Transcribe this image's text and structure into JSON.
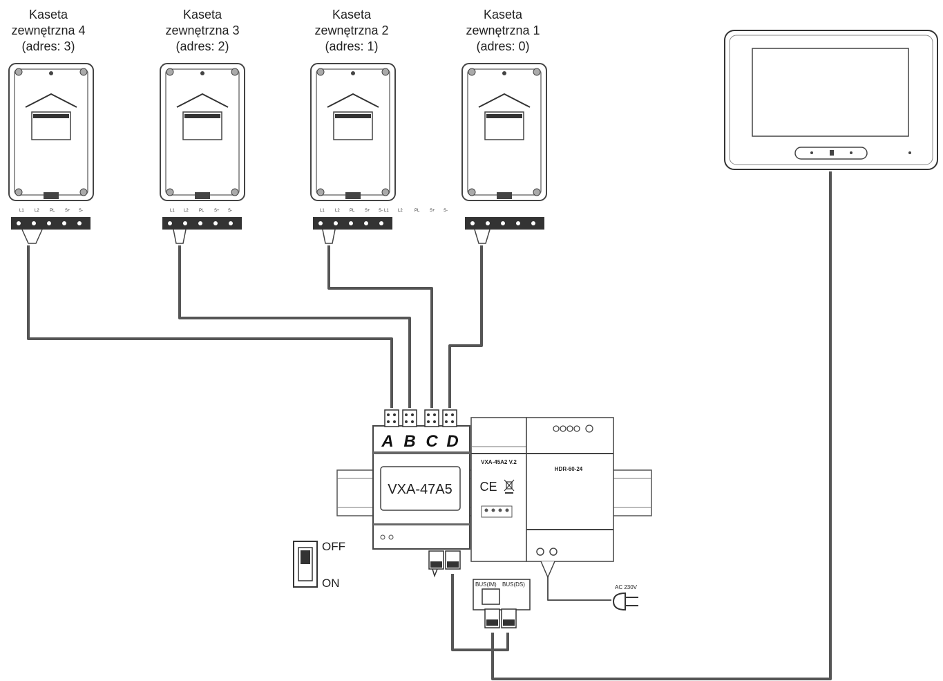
{
  "panels": [
    {
      "line1": "Kaseta",
      "line2": "zewnętrzna 4",
      "line3": "(adres: 3)",
      "terminals": [
        "L1",
        "L2",
        "PL",
        "S+",
        "S-"
      ]
    },
    {
      "line1": "Kaseta",
      "line2": "zewnętrzna 3",
      "line3": "(adres: 2)",
      "terminals": [
        "L1",
        "L2",
        "PL",
        "S+",
        "S-"
      ]
    },
    {
      "line1": "Kaseta",
      "line2": "zewnętrzna 2",
      "line3": "(adres: 1)",
      "terminals": [
        "L1",
        "L2",
        "PL",
        "S+",
        "S-"
      ]
    },
    {
      "line1": "Kaseta",
      "line2": "zewnętrzna 1",
      "line3": "(adres: 0)",
      "terminals": [
        "L1",
        "L2",
        "PL",
        "S+",
        "S-"
      ]
    }
  ],
  "distributor": {
    "model": "VXA-47A5",
    "ports": [
      "A",
      "B",
      "C",
      "D"
    ]
  },
  "switch": {
    "off_label": "OFF",
    "on_label": "ON"
  },
  "adapter": {
    "model": "VXA-45A2 V.2",
    "ce": "CE",
    "bus_im": "BUS(IM)",
    "bus_ds": "BUS(DS)"
  },
  "psu": {
    "model": "HDR-60-24"
  },
  "mains": {
    "label": "AC 230V"
  }
}
